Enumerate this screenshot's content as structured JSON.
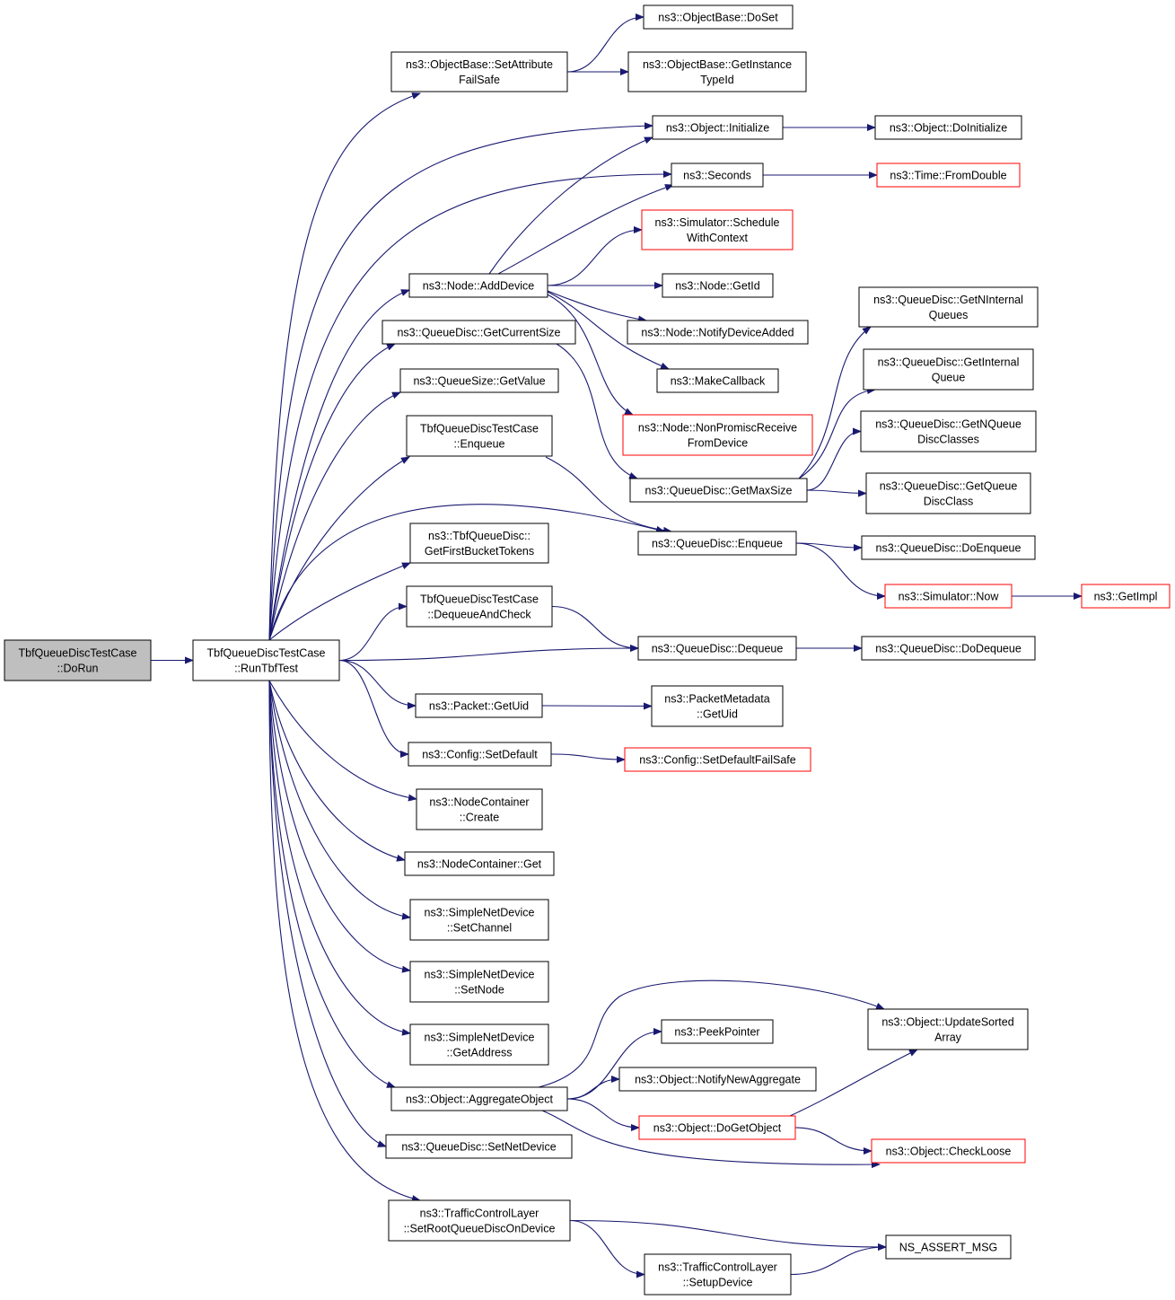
{
  "nodes": [
    {
      "id": "n_dorun",
      "name": "tbfqueuedisctestcase-dorun",
      "lines": [
        "TbfQueueDiscTestCase",
        "::DoRun"
      ],
      "style": "focus"
    },
    {
      "id": "n_runtbf",
      "name": "tbfqueuedisctestcase-runtbftest",
      "lines": [
        "TbfQueueDiscTestCase",
        "::RunTbfTest"
      ],
      "style": "normal"
    },
    {
      "id": "n_setattr",
      "name": "objectbase-setattributefailsafe",
      "lines": [
        "ns3::ObjectBase::SetAttribute",
        "FailSafe"
      ],
      "style": "normal"
    },
    {
      "id": "n_doset",
      "name": "objectbase-doset",
      "lines": [
        "ns3::ObjectBase::DoSet"
      ],
      "style": "normal"
    },
    {
      "id": "n_getinst",
      "name": "objectbase-getinstancetypeid",
      "lines": [
        "ns3::ObjectBase::GetInstance",
        "TypeId"
      ],
      "style": "normal"
    },
    {
      "id": "n_init",
      "name": "object-initialize",
      "lines": [
        "ns3::Object::Initialize"
      ],
      "style": "normal"
    },
    {
      "id": "n_doinit",
      "name": "object-doinitialize",
      "lines": [
        "ns3::Object::DoInitialize"
      ],
      "style": "normal"
    },
    {
      "id": "n_seconds",
      "name": "seconds",
      "lines": [
        "ns3::Seconds"
      ],
      "style": "normal"
    },
    {
      "id": "n_fromdouble",
      "name": "time-fromdouble",
      "lines": [
        "ns3::Time::FromDouble"
      ],
      "style": "truncated"
    },
    {
      "id": "n_schedctx",
      "name": "simulator-schedulewithcontext",
      "lines": [
        "ns3::Simulator::Schedule",
        "WithContext"
      ],
      "style": "truncated"
    },
    {
      "id": "n_adddev",
      "name": "node-adddevice",
      "lines": [
        "ns3::Node::AddDevice"
      ],
      "style": "normal"
    },
    {
      "id": "n_getid",
      "name": "node-getid",
      "lines": [
        "ns3::Node::GetId"
      ],
      "style": "normal"
    },
    {
      "id": "n_notifydev",
      "name": "node-notifydeviceadded",
      "lines": [
        "ns3::Node::NotifyDeviceAdded"
      ],
      "style": "normal"
    },
    {
      "id": "n_makecb",
      "name": "makecallback",
      "lines": [
        "ns3::MakeCallback"
      ],
      "style": "normal"
    },
    {
      "id": "n_nonprom",
      "name": "node-nonpromiscreceivefromdevice",
      "lines": [
        "ns3::Node::NonPromiscReceive",
        "FromDevice"
      ],
      "style": "truncated"
    },
    {
      "id": "n_getcursize",
      "name": "queuedisc-getcurrentsize",
      "lines": [
        "ns3::QueueDisc::GetCurrentSize"
      ],
      "style": "normal"
    },
    {
      "id": "n_getvalue",
      "name": "queuesize-getvalue",
      "lines": [
        "ns3::QueueSize::GetValue"
      ],
      "style": "normal"
    },
    {
      "id": "n_getnint",
      "name": "queuedisc-getninternalqueues",
      "lines": [
        "ns3::QueueDisc::GetNInternal",
        "Queues"
      ],
      "style": "normal"
    },
    {
      "id": "n_getintq",
      "name": "queuedisc-getinternalqueue",
      "lines": [
        "ns3::QueueDisc::GetInternal",
        "Queue"
      ],
      "style": "normal"
    },
    {
      "id": "n_getnqdc",
      "name": "queuedisc-getnqueuedisclasses",
      "lines": [
        "ns3::QueueDisc::GetNQueue",
        "DiscClasses"
      ],
      "style": "normal"
    },
    {
      "id": "n_getqdc",
      "name": "queuedisc-getqueuediscclass",
      "lines": [
        "ns3::QueueDisc::GetQueue",
        "DiscClass"
      ],
      "style": "normal"
    },
    {
      "id": "n_getmax",
      "name": "queuedisc-getmaxsize",
      "lines": [
        "ns3::QueueDisc::GetMaxSize"
      ],
      "style": "normal"
    },
    {
      "id": "n_tcenq",
      "name": "tbfqueuedisctestcase-enqueue",
      "lines": [
        "TbfQueueDiscTestCase",
        "::Enqueue"
      ],
      "style": "normal"
    },
    {
      "id": "n_qdenq",
      "name": "queuedisc-enqueue",
      "lines": [
        "ns3::QueueDisc::Enqueue"
      ],
      "style": "normal"
    },
    {
      "id": "n_doenq",
      "name": "queuedisc-doenqueue",
      "lines": [
        "ns3::QueueDisc::DoEnqueue"
      ],
      "style": "normal"
    },
    {
      "id": "n_now",
      "name": "simulator-now",
      "lines": [
        "ns3::Simulator::Now"
      ],
      "style": "truncated"
    },
    {
      "id": "n_getimpl",
      "name": "getimpl",
      "lines": [
        "ns3::GetImpl"
      ],
      "style": "truncated"
    },
    {
      "id": "n_firstbucket",
      "name": "tbfqueuedisc-getfirstbuckettokens",
      "lines": [
        "ns3::TbfQueueDisc::",
        "GetFirstBucketTokens"
      ],
      "style": "normal"
    },
    {
      "id": "n_deqcheck",
      "name": "tbfqueuedisctestcase-dequeueandcheck",
      "lines": [
        "TbfQueueDiscTestCase",
        "::DequeueAndCheck"
      ],
      "style": "normal"
    },
    {
      "id": "n_qddeq",
      "name": "queuedisc-dequeue",
      "lines": [
        "ns3::QueueDisc::Dequeue"
      ],
      "style": "normal"
    },
    {
      "id": "n_dodeq",
      "name": "queuedisc-dodequeue",
      "lines": [
        "ns3::QueueDisc::DoDequeue"
      ],
      "style": "normal"
    },
    {
      "id": "n_pktuid",
      "name": "packet-getuid",
      "lines": [
        "ns3::Packet::GetUid"
      ],
      "style": "normal"
    },
    {
      "id": "n_metauid",
      "name": "packetmetadata-getuid",
      "lines": [
        "ns3::PacketMetadata",
        "::GetUid"
      ],
      "style": "normal"
    },
    {
      "id": "n_setdef",
      "name": "config-setdefault",
      "lines": [
        "ns3::Config::SetDefault"
      ],
      "style": "normal"
    },
    {
      "id": "n_setdeffs",
      "name": "config-setdefaultfailsafe",
      "lines": [
        "ns3::Config::SetDefaultFailSafe"
      ],
      "style": "truncated"
    },
    {
      "id": "n_nccreate",
      "name": "nodecontainer-create",
      "lines": [
        "ns3::NodeContainer",
        "::Create"
      ],
      "style": "normal"
    },
    {
      "id": "n_ncget",
      "name": "nodecontainer-get",
      "lines": [
        "ns3::NodeContainer::Get"
      ],
      "style": "normal"
    },
    {
      "id": "n_setchan",
      "name": "simplenetdevice-setchannel",
      "lines": [
        "ns3::SimpleNetDevice",
        "::SetChannel"
      ],
      "style": "normal"
    },
    {
      "id": "n_setnode",
      "name": "simplenetdevice-setnode",
      "lines": [
        "ns3::SimpleNetDevice",
        "::SetNode"
      ],
      "style": "normal"
    },
    {
      "id": "n_getaddr",
      "name": "simplenetdevice-getaddress",
      "lines": [
        "ns3::SimpleNetDevice",
        "::GetAddress"
      ],
      "style": "normal"
    },
    {
      "id": "n_aggobj",
      "name": "object-aggregateobject",
      "lines": [
        "ns3::Object::AggregateObject"
      ],
      "style": "normal"
    },
    {
      "id": "n_peek",
      "name": "peekpointer",
      "lines": [
        "ns3::PeekPointer"
      ],
      "style": "normal"
    },
    {
      "id": "n_notifyagg",
      "name": "object-notifynewaggregate",
      "lines": [
        "ns3::Object::NotifyNewAggregate"
      ],
      "style": "normal"
    },
    {
      "id": "n_updsorted",
      "name": "object-updatesortedarray",
      "lines": [
        "ns3::Object::UpdateSorted",
        "Array"
      ],
      "style": "normal"
    },
    {
      "id": "n_dogetobj",
      "name": "object-dogetobject",
      "lines": [
        "ns3::Object::DoGetObject"
      ],
      "style": "truncated"
    },
    {
      "id": "n_checkloose",
      "name": "object-checkloose",
      "lines": [
        "ns3::Object::CheckLoose"
      ],
      "style": "truncated"
    },
    {
      "id": "n_setnetdev",
      "name": "queuedisc-setnetdevice",
      "lines": [
        "ns3::QueueDisc::SetNetDevice"
      ],
      "style": "normal"
    },
    {
      "id": "n_setrootqd",
      "name": "trafficcontrollayer-setrootqueuedisconndevice",
      "lines": [
        "ns3::TrafficControlLayer",
        "::SetRootQueueDiscOnDevice"
      ],
      "style": "normal"
    },
    {
      "id": "n_assert",
      "name": "ns-assert-msg",
      "lines": [
        "NS_ASSERT_MSG"
      ],
      "style": "normal"
    },
    {
      "id": "n_setupdev",
      "name": "trafficcontrollayer-setupdevice",
      "lines": [
        "ns3::TrafficControlLayer",
        "::SetupDevice"
      ],
      "style": "normal"
    }
  ],
  "edges": [
    {
      "from": "n_dorun",
      "to": "n_runtbf"
    },
    {
      "from": "n_runtbf",
      "to": "n_setattr"
    },
    {
      "from": "n_runtbf",
      "to": "n_init"
    },
    {
      "from": "n_runtbf",
      "to": "n_seconds"
    },
    {
      "from": "n_runtbf",
      "to": "n_adddev"
    },
    {
      "from": "n_runtbf",
      "to": "n_getcursize"
    },
    {
      "from": "n_runtbf",
      "to": "n_getvalue"
    },
    {
      "from": "n_runtbf",
      "to": "n_tcenq"
    },
    {
      "from": "n_runtbf",
      "to": "n_qdenq"
    },
    {
      "from": "n_runtbf",
      "to": "n_firstbucket"
    },
    {
      "from": "n_runtbf",
      "to": "n_deqcheck"
    },
    {
      "from": "n_runtbf",
      "to": "n_qddeq"
    },
    {
      "from": "n_runtbf",
      "to": "n_pktuid"
    },
    {
      "from": "n_runtbf",
      "to": "n_setdef"
    },
    {
      "from": "n_runtbf",
      "to": "n_nccreate"
    },
    {
      "from": "n_runtbf",
      "to": "n_ncget"
    },
    {
      "from": "n_runtbf",
      "to": "n_setchan"
    },
    {
      "from": "n_runtbf",
      "to": "n_setnode"
    },
    {
      "from": "n_runtbf",
      "to": "n_getaddr"
    },
    {
      "from": "n_runtbf",
      "to": "n_aggobj"
    },
    {
      "from": "n_runtbf",
      "to": "n_setnetdev"
    },
    {
      "from": "n_runtbf",
      "to": "n_setrootqd"
    },
    {
      "from": "n_setattr",
      "to": "n_doset"
    },
    {
      "from": "n_setattr",
      "to": "n_getinst"
    },
    {
      "from": "n_init",
      "to": "n_doinit"
    },
    {
      "from": "n_seconds",
      "to": "n_fromdouble"
    },
    {
      "from": "n_adddev",
      "to": "n_init"
    },
    {
      "from": "n_adddev",
      "to": "n_seconds"
    },
    {
      "from": "n_adddev",
      "to": "n_schedctx"
    },
    {
      "from": "n_adddev",
      "to": "n_getid"
    },
    {
      "from": "n_adddev",
      "to": "n_notifydev"
    },
    {
      "from": "n_adddev",
      "to": "n_makecb"
    },
    {
      "from": "n_adddev",
      "to": "n_nonprom"
    },
    {
      "from": "n_getcursize",
      "to": "n_getmax"
    },
    {
      "from": "n_getmax",
      "to": "n_getnint"
    },
    {
      "from": "n_getmax",
      "to": "n_getintq"
    },
    {
      "from": "n_getmax",
      "to": "n_getnqdc"
    },
    {
      "from": "n_getmax",
      "to": "n_getqdc"
    },
    {
      "from": "n_tcenq",
      "to": "n_qdenq"
    },
    {
      "from": "n_qdenq",
      "to": "n_doenq"
    },
    {
      "from": "n_qdenq",
      "to": "n_now"
    },
    {
      "from": "n_now",
      "to": "n_getimpl"
    },
    {
      "from": "n_deqcheck",
      "to": "n_qddeq"
    },
    {
      "from": "n_qddeq",
      "to": "n_dodeq"
    },
    {
      "from": "n_pktuid",
      "to": "n_metauid"
    },
    {
      "from": "n_setdef",
      "to": "n_setdeffs"
    },
    {
      "from": "n_aggobj",
      "to": "n_updsorted"
    },
    {
      "from": "n_aggobj",
      "to": "n_peek"
    },
    {
      "from": "n_aggobj",
      "to": "n_notifyagg"
    },
    {
      "from": "n_aggobj",
      "to": "n_dogetobj"
    },
    {
      "from": "n_aggobj",
      "to": "n_checkloose"
    },
    {
      "from": "n_dogetobj",
      "to": "n_updsorted"
    },
    {
      "from": "n_dogetobj",
      "to": "n_checkloose"
    },
    {
      "from": "n_setrootqd",
      "to": "n_assert"
    },
    {
      "from": "n_setrootqd",
      "to": "n_setupdev"
    },
    {
      "from": "n_setupdev",
      "to": "n_assert"
    }
  ],
  "colors": {
    "edge": "#191970",
    "border_normal": "#000000",
    "border_truncated": "#ff0000",
    "fill_focus": "#bfbfbf",
    "fill_normal": "#ffffff",
    "text": "#000000"
  }
}
